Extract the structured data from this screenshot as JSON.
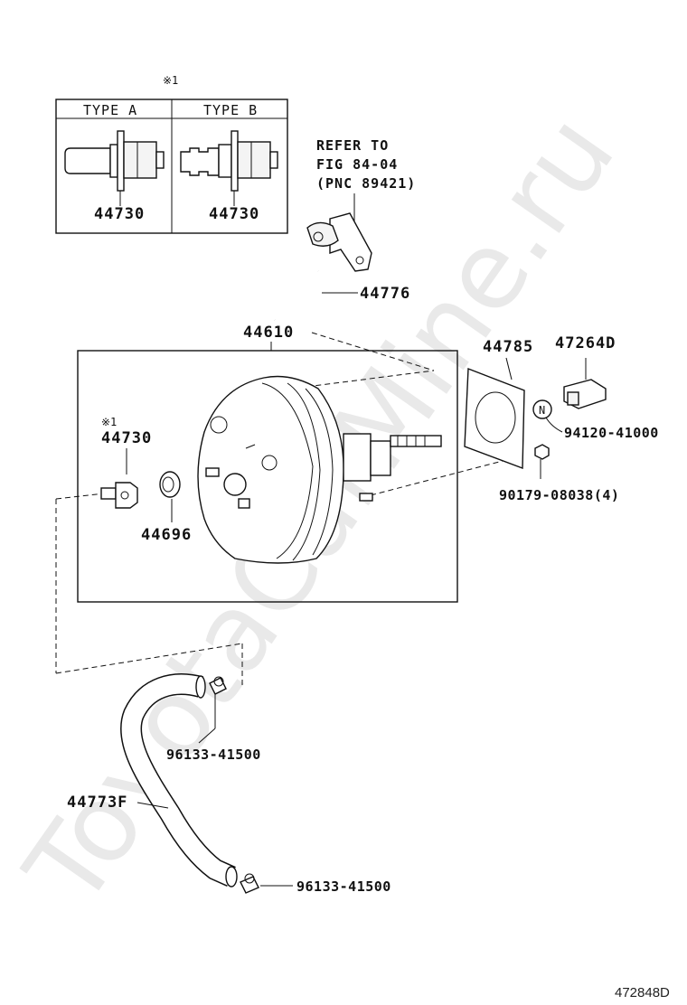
{
  "watermark": "ToyotaCarMine.ru",
  "figure_number": "472848D",
  "note_mark": "※1",
  "type_table": {
    "type_a_label": "TYPE A",
    "type_b_label": "TYPE B",
    "type_a_part": "44730",
    "type_b_part": "44730"
  },
  "reference": {
    "line1": "REFER TO",
    "line2": "FIG 84-04",
    "line3": "(PNC 89421)"
  },
  "parts": {
    "hose_upper": "44776",
    "booster": "44610",
    "gasket": "44785",
    "bracket": "47264D",
    "nut_n": "94120-41000",
    "nut_n_symbol": "N",
    "nut_small": "90179-08038(4)",
    "check_valve": "44730",
    "grommet": "44696",
    "clamp_upper": "96133-41500",
    "hose_lower": "44773F",
    "clamp_lower": "96133-41500"
  }
}
